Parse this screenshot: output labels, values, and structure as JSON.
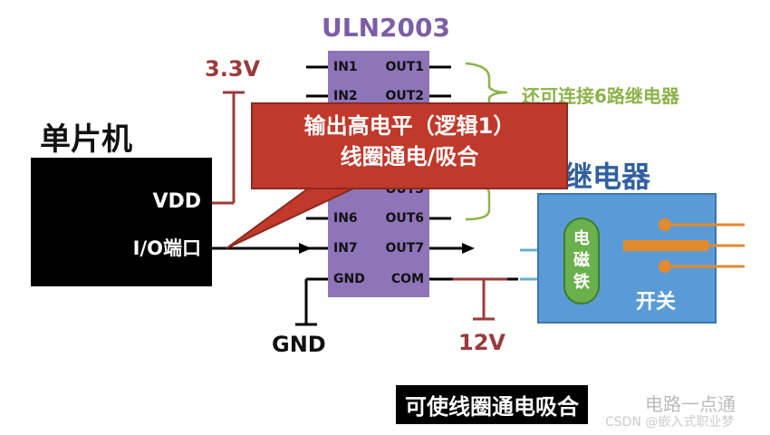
{
  "chip": {
    "name": "ULN2003",
    "in_pins": [
      "IN1",
      "IN2",
      "IN6",
      "IN7",
      "GND"
    ],
    "out_pins": [
      "OUT1",
      "OUT2",
      "OUT5",
      "OUT6",
      "OUT7",
      "COM"
    ]
  },
  "mcu": {
    "label": "单片机",
    "vdd": "VDD",
    "io": "I/O端口"
  },
  "power": {
    "v33": "3.3V",
    "v12": "12V",
    "gnd": "GND"
  },
  "note": "还可连接6路继电器",
  "callout": {
    "line1": "输出高电平（逻辑1）",
    "line2": "线圈通电/吸合"
  },
  "relay": {
    "title": "继电器",
    "coil": "电磁铁",
    "switch": "开关"
  },
  "caption": "可使线圈通电吸合",
  "background_text": "电路一点通",
  "watermark": "CSDN @嵌入式职业梦",
  "colors": {
    "chip": "#8e74b8",
    "power": "#9a3a3a",
    "relay": "#5b9bd5",
    "coil": "#6ab04c",
    "callout": "#c0392b",
    "note": "#8db34a"
  }
}
